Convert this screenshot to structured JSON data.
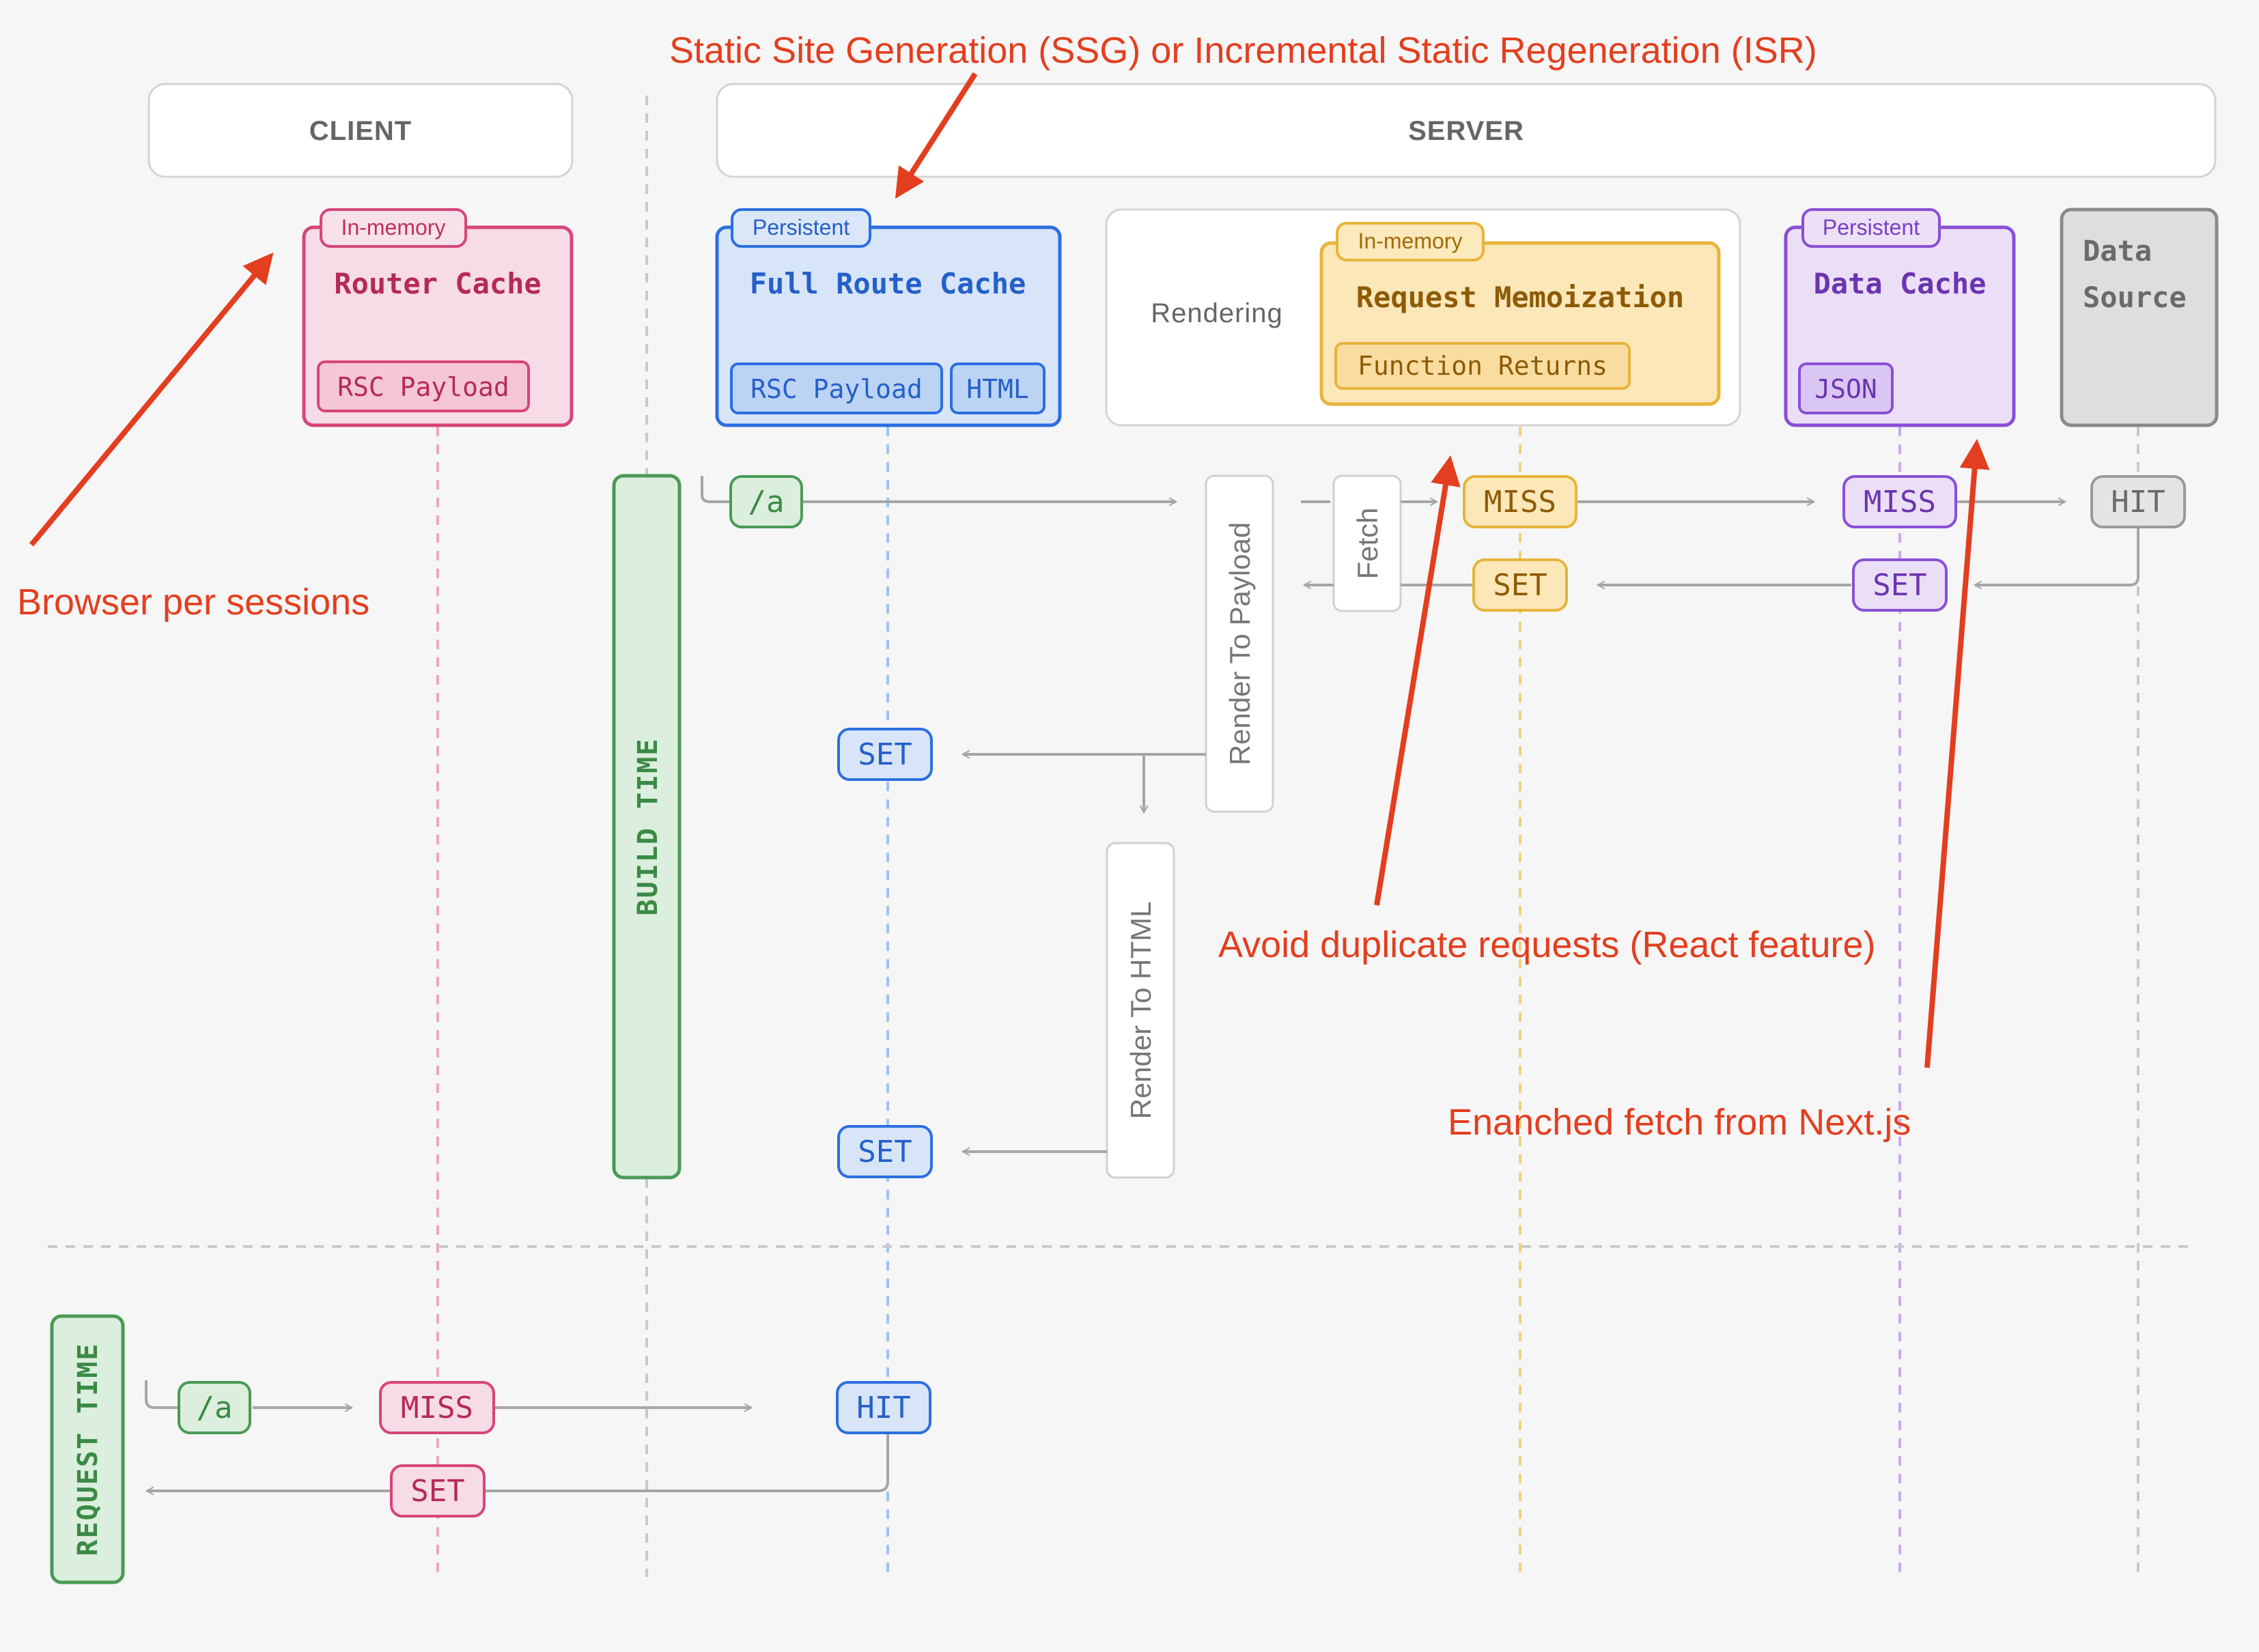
{
  "headers": {
    "client": "CLIENT",
    "server": "SERVER"
  },
  "caches": {
    "router": {
      "tab": "In-memory",
      "title": "Router Cache",
      "items": [
        "RSC Payload"
      ]
    },
    "full_route": {
      "tab": "Persistent",
      "title": "Full Route Cache",
      "items": [
        "RSC Payload",
        "HTML"
      ]
    },
    "rendering": {
      "label": "Rendering"
    },
    "memo": {
      "tab": "In-memory",
      "title": "Request Memoization",
      "items": [
        "Function Returns"
      ]
    },
    "data_cache": {
      "tab": "Persistent",
      "title": "Data Cache",
      "items": [
        "JSON"
      ]
    },
    "data_source": {
      "title_line1": "Data",
      "title_line2": "Source"
    }
  },
  "phases": {
    "build": "BUILD TIME",
    "request": "REQUEST TIME"
  },
  "steps": {
    "render_payload": "Render To Payload",
    "fetch": "Fetch",
    "render_html": "Render To HTML"
  },
  "tags": {
    "route": "/a",
    "miss": "MISS",
    "set": "SET",
    "hit": "HIT"
  },
  "annotations": {
    "ssg_isr": "Static Site Generation (SSG) or Incremental Static Regeneration (ISR)",
    "browser": "Browser per sessions",
    "dedupe": "Avoid duplicate requests (React feature)",
    "next_fetch": "Enanched fetch from Next.js"
  },
  "colors": {
    "accent_annotation": "#e33e1f",
    "router": "#d6457a",
    "full_route": "#2c6fe0",
    "memo": "#e8b43a",
    "data_cache": "#8a4fd6",
    "data_source": "#8a8a8a",
    "build": "#4a9a55"
  }
}
